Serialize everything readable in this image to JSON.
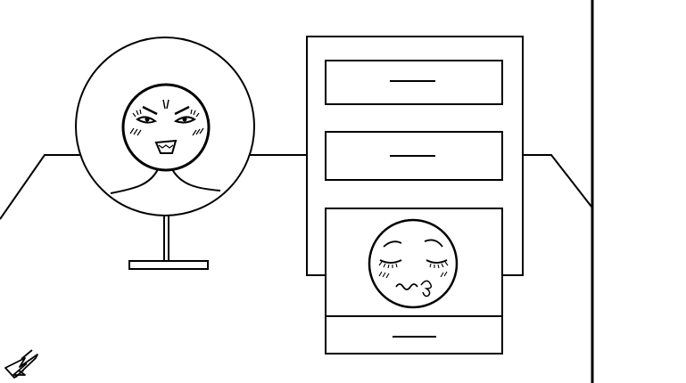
{
  "scene": {
    "name": "bedroom-desk-scene",
    "background_color": "#ffffff",
    "line_color": "#000000",
    "objects": {
      "mirror": {
        "icon": "mirror-icon",
        "reflection": "angry-face"
      },
      "dresser": {
        "drawer_count": 4,
        "open_drawer": "drawer-3",
        "open_drawer_content": "sleepy-face"
      },
      "back_arrow": {
        "icon": "down-left-arrow-icon"
      }
    }
  }
}
